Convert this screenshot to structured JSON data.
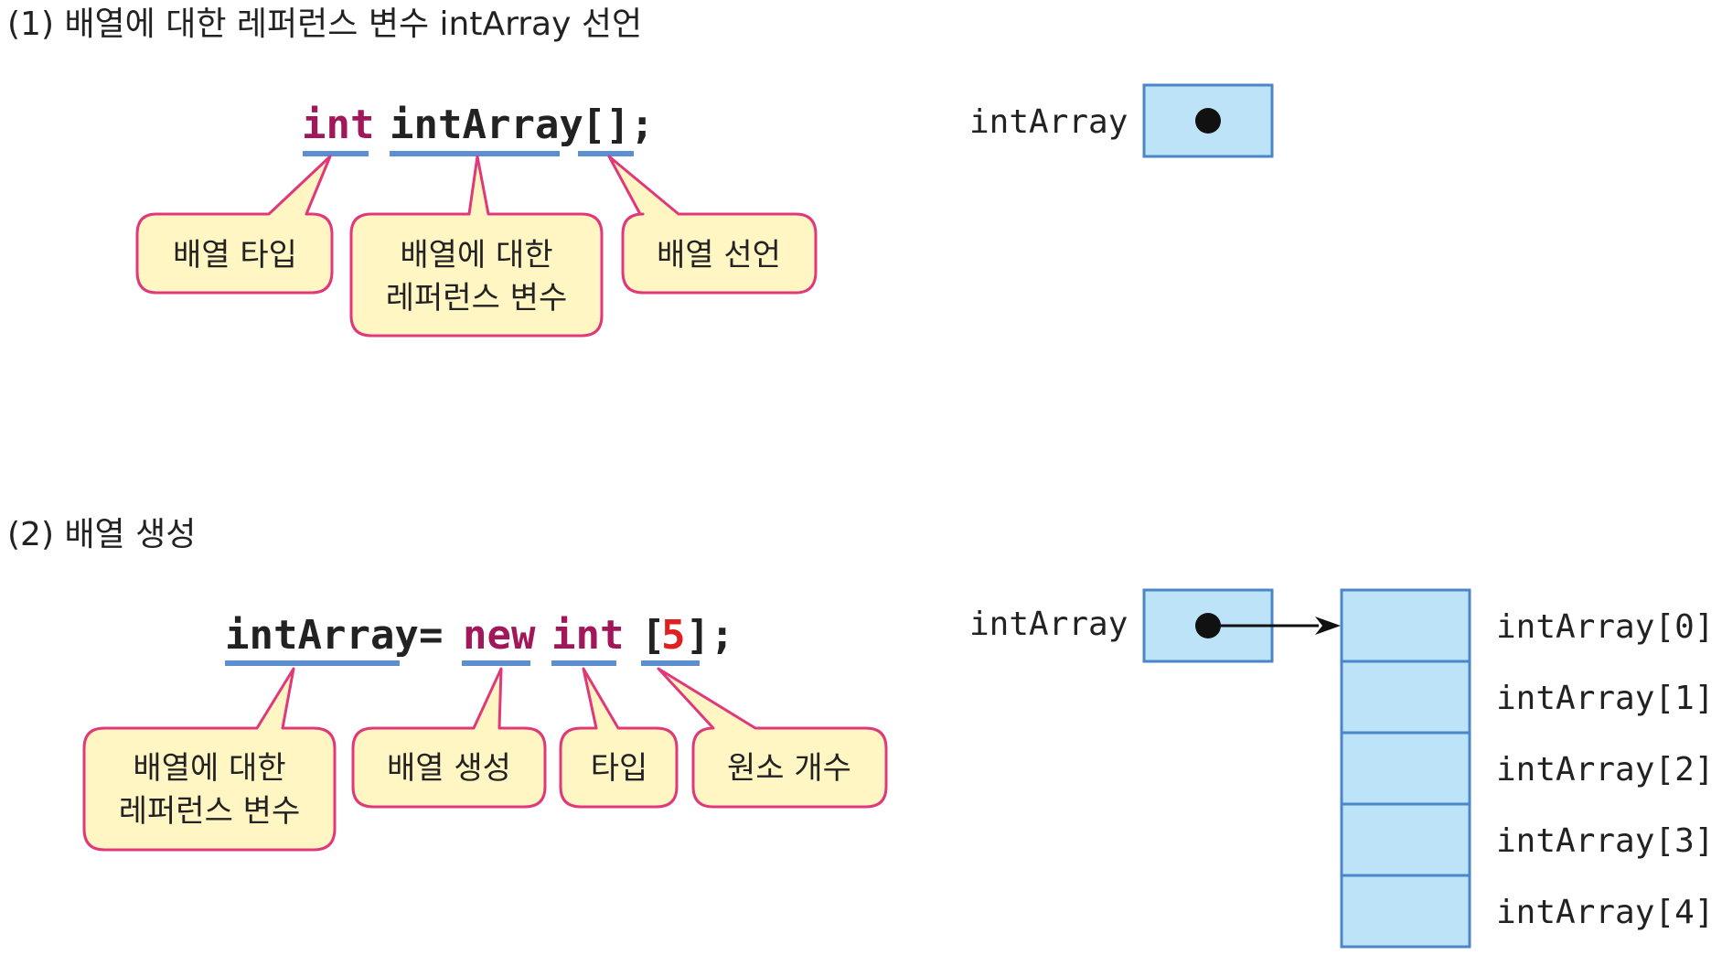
{
  "section1": {
    "title": "(1) 배열에 대한 레퍼런스 변수 intArray 선언",
    "code": {
      "kw_int": "int",
      "var": "intArray",
      "brackets": "[];"
    },
    "callouts": {
      "type": "배열 타입",
      "ref_line1": "배열에 대한",
      "ref_line2": "레퍼런스 변수",
      "decl": "배열 선언"
    },
    "ref_label": "intArray"
  },
  "section2": {
    "title": "(2) 배열 생성",
    "code": {
      "var": "intArray",
      "assign": "=",
      "kw_new": "new",
      "kw_int": "int",
      "bracket_open": "[",
      "size": "5",
      "bracket_close": "];"
    },
    "callouts": {
      "ref_line1": "배열에 대한",
      "ref_line2": "레퍼런스 변수",
      "create": "배열 생성",
      "type": "타입",
      "count": "원소 개수"
    },
    "ref_label": "intArray",
    "elements": [
      "intArray[0]",
      "intArray[1]",
      "intArray[2]",
      "intArray[3]",
      "intArray[4]"
    ]
  },
  "colors": {
    "keyword": "#a0185a",
    "number": "#e02020",
    "underline": "#5b8fd0",
    "callout_fill": "#fff6c4",
    "callout_stroke": "#e0387a",
    "box_fill": "#bde3f8",
    "box_stroke": "#4a86c8",
    "text": "#222222"
  }
}
